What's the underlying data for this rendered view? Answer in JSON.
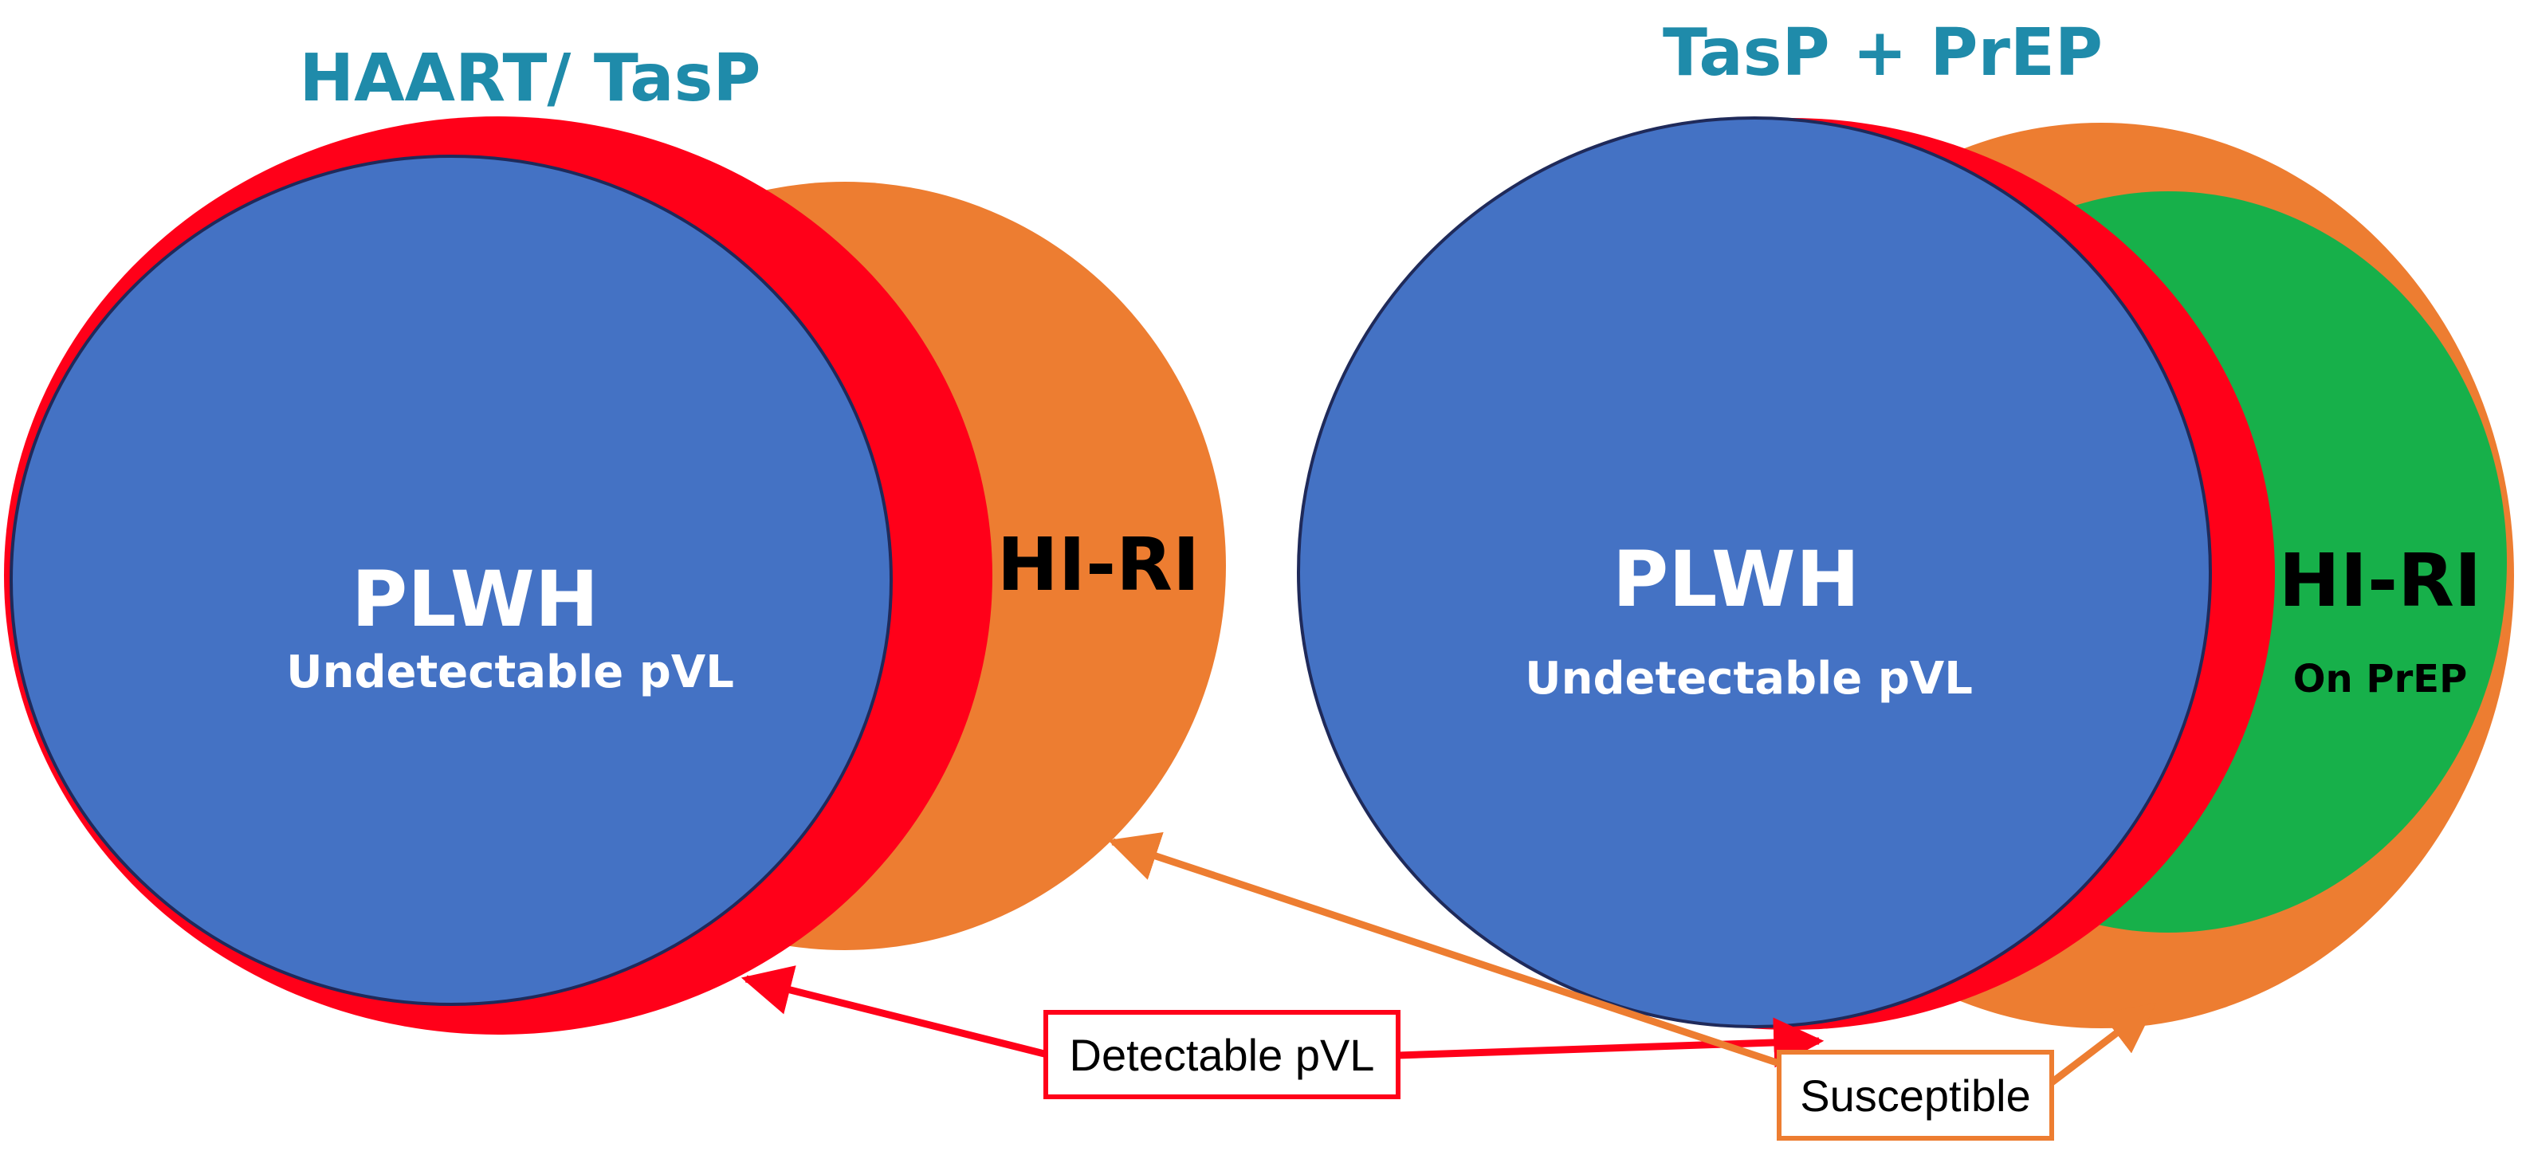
{
  "panels": {
    "left": {
      "title": "HAART/ TasP",
      "plwh_label": "PLWH",
      "plwh_sub": "Undetectable pVL",
      "hiri_label": "HI-RI"
    },
    "right": {
      "title": "TasP + PrEP",
      "plwh_label": "PLWH",
      "plwh_sub": "Undetectable pVL",
      "hiri_label": "HI-RI",
      "hiri_sub": "On PrEP"
    }
  },
  "callouts": {
    "detectable": "Detectable pVL",
    "susceptible": "Susceptible"
  },
  "colors": {
    "title": "#1F8BAA",
    "plwh_fill": "#4472C4",
    "plwh_outline": "#1F2A5A",
    "detectable_fill": "#FF0019",
    "hiri_fill": "#ED7D31",
    "prep_fill": "#17B04A",
    "white_text": "#FFFFFF",
    "black_text": "#000000"
  }
}
